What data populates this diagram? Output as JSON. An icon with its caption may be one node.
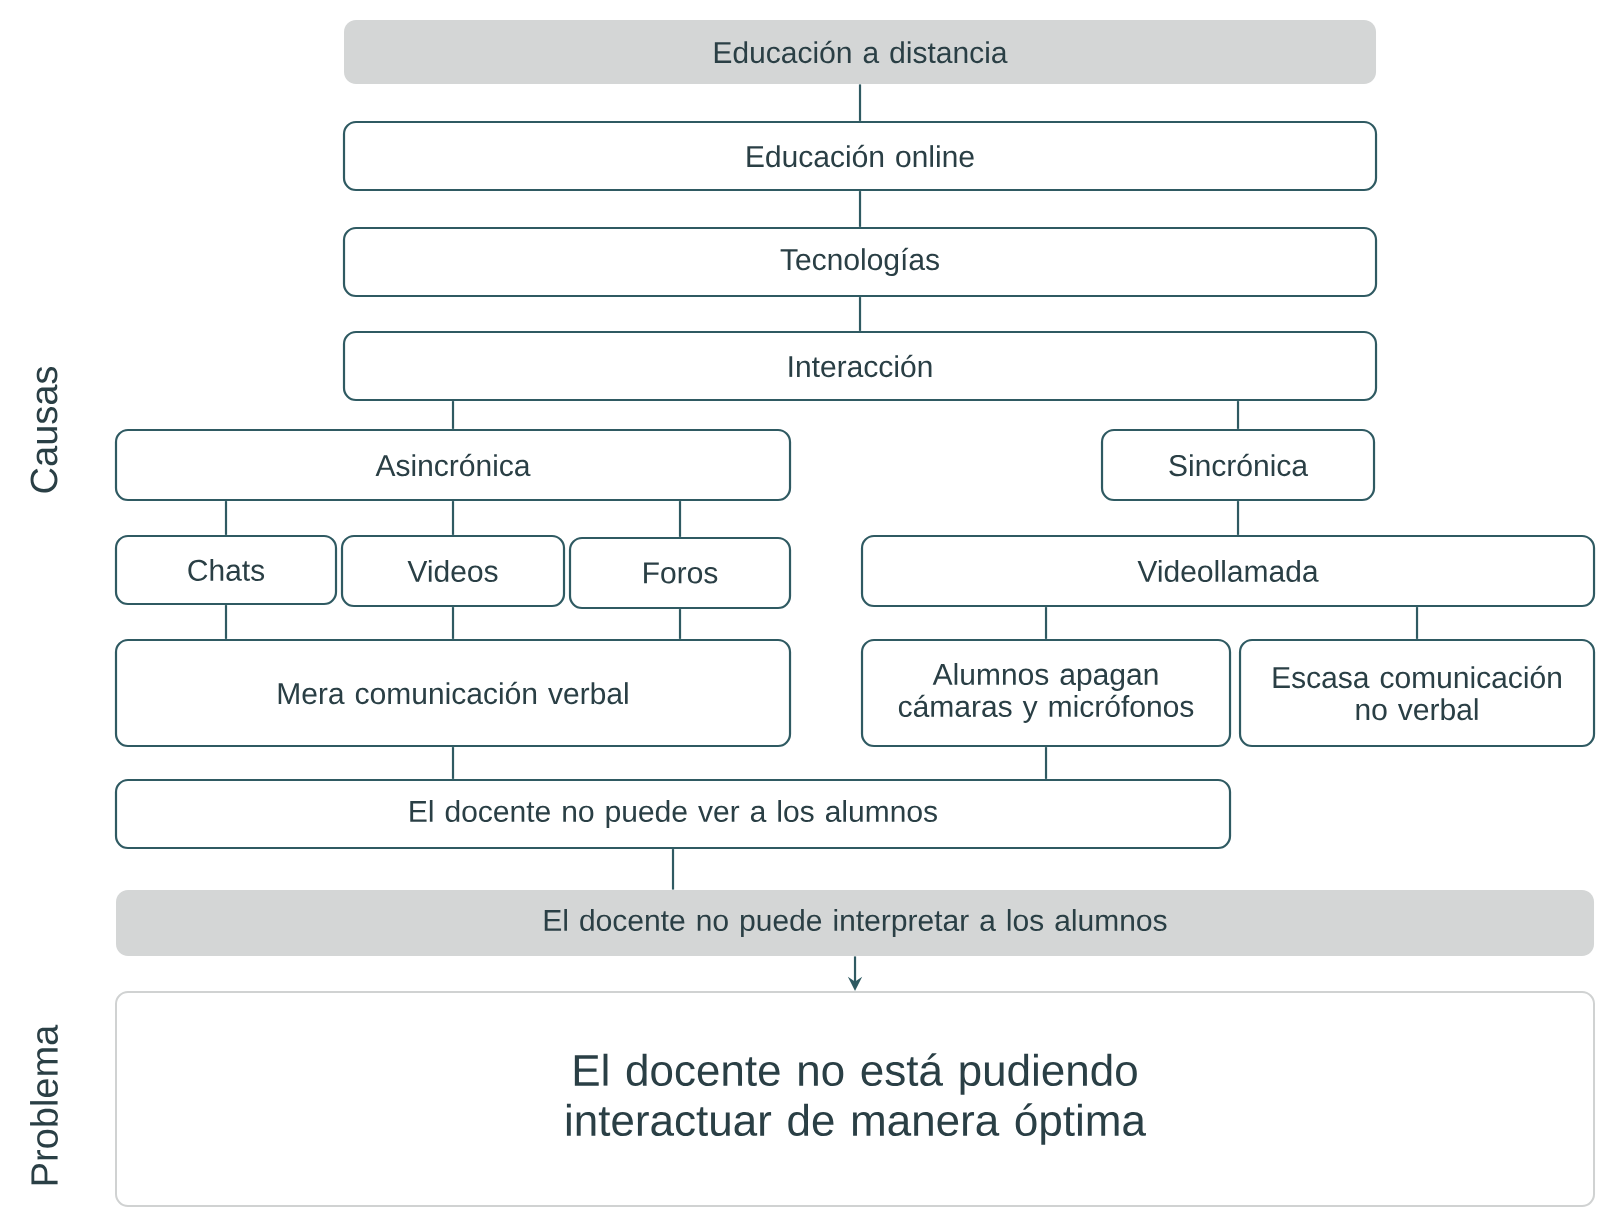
{
  "diagram": {
    "nodes": [
      {
        "text": [
          "Educación a distancia"
        ]
      },
      {
        "text": [
          "Educación online"
        ]
      },
      {
        "text": [
          "Tecnologías"
        ]
      },
      {
        "text": [
          "Interacción"
        ]
      },
      {
        "text": [
          "Asincrónica"
        ]
      },
      {
        "text": [
          "Sincrónica"
        ]
      },
      {
        "text": [
          "Chats"
        ]
      },
      {
        "text": [
          "Videos"
        ]
      },
      {
        "text": [
          "Foros"
        ]
      },
      {
        "text": [
          "Videollamada"
        ]
      },
      {
        "text": [
          "Mera comunicación verbal"
        ]
      },
      {
        "text": [
          "Alumnos apagan cámaras y micrófonos"
        ]
      },
      {
        "text": [
          "Escasa comunicación no verbal"
        ]
      },
      {
        "text": [
          "El docente no puede ver a los alumnos"
        ]
      },
      {
        "text": [
          "El docente no puede interpretar a los alumnos"
        ]
      },
      {
        "text": [
          "El docente no está pudiendo interactuar de manera óptima"
        ]
      }
    ],
    "edges": [
      {
        "from": 0,
        "to": 1,
        "arrow": "none"
      },
      {
        "from": 1,
        "to": 2,
        "arrow": "none"
      },
      {
        "from": 2,
        "to": 3,
        "arrow": "none"
      },
      {
        "from": 3,
        "to": 4,
        "arrow": "none"
      },
      {
        "from": 3,
        "to": 5,
        "arrow": "none"
      },
      {
        "from": 4,
        "to": 6,
        "arrow": "none"
      },
      {
        "from": 4,
        "to": 7,
        "arrow": "none"
      },
      {
        "from": 4,
        "to": 8,
        "arrow": "none"
      },
      {
        "from": 5,
        "to": 9,
        "arrow": "none"
      },
      {
        "from": 6,
        "to": 10,
        "arrow": "none"
      },
      {
        "from": 7,
        "to": 10,
        "arrow": "none"
      },
      {
        "from": 8,
        "to": 10,
        "arrow": "none"
      },
      {
        "from": 9,
        "to": 11,
        "arrow": "none"
      },
      {
        "from": 9,
        "to": 12,
        "arrow": "none"
      },
      {
        "from": 10,
        "to": 13,
        "arrow": "none"
      },
      {
        "from": 11,
        "to": 13,
        "arrow": "none"
      },
      {
        "from": 13,
        "to": 14,
        "arrow": "none"
      },
      {
        "from": 14,
        "to": 15,
        "arrow": "to"
      }
    ],
    "labels": [
      "Causas",
      "Problema"
    ]
  }
}
